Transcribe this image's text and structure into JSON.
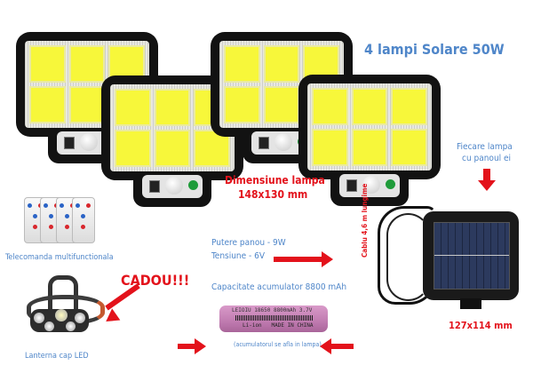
{
  "title": "4 lampi Solare 50W",
  "lamp_dimension": {
    "label": "Dimensiune lampa",
    "value": "148x130 mm"
  },
  "panel_note": {
    "line1": "Fiecare lampa",
    "line2": "cu panoul ei"
  },
  "remote": {
    "label": "Telecomanda multifunctionala"
  },
  "specs": {
    "panel_power": "Putere panou - 9W",
    "voltage": "Tensiune - 6V",
    "battery_capacity": "Capacitate acumulator 8800 mAh",
    "battery_note": "(acumulatorul se afla in lampa)"
  },
  "battery": {
    "line1": "LEIOIU 18650 8800mAh 3.7V",
    "line2": "Li-ion   MADE IN CHINA"
  },
  "gift": {
    "label": "CADOU!!!",
    "item": "Lanterna cap LED"
  },
  "solar_panel": {
    "cable": "Cablu 4,6 m lungime",
    "dimension": "127x114 mm"
  },
  "colors": {
    "blue_text": "#4f86c9",
    "red_text": "#e3121b",
    "led": "#f7f73a",
    "housing": "#121212"
  },
  "lamp_count": 4
}
